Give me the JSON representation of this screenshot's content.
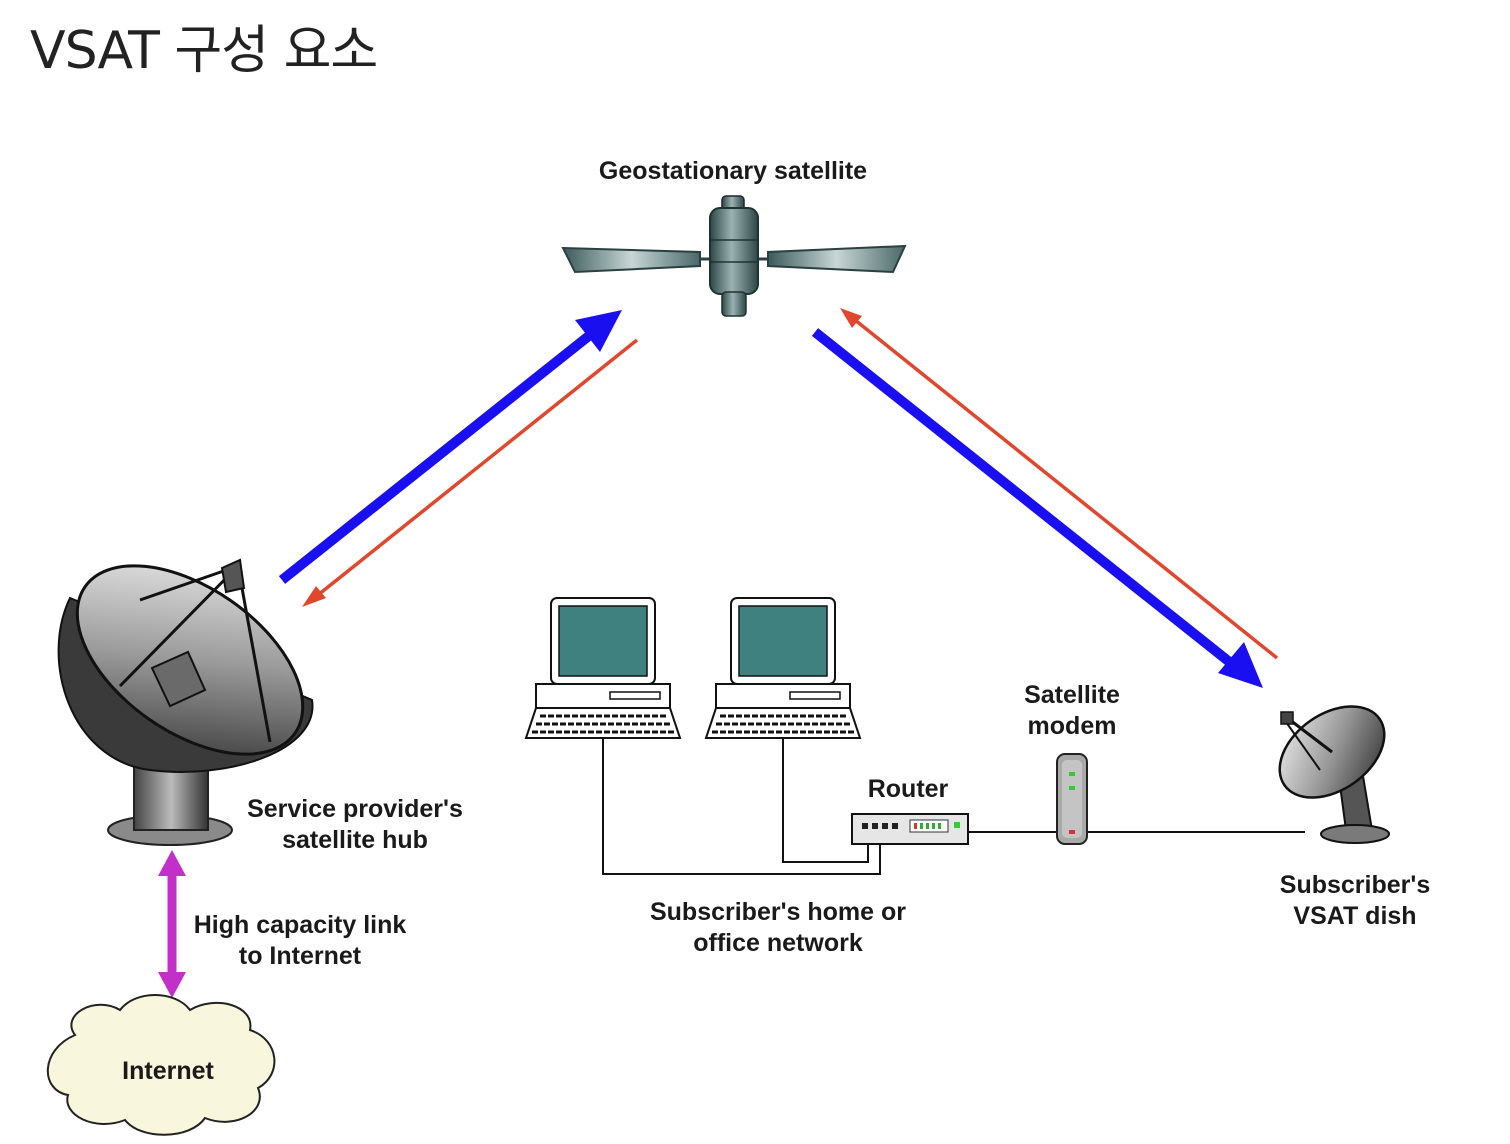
{
  "title": "VSAT 구성 요소",
  "labels": {
    "satellite": "Geostationary satellite",
    "hub_line1": "Service provider's",
    "hub_line2": "satellite hub",
    "link_line1": "High capacity link",
    "link_line2": "to Internet",
    "internet": "Internet",
    "network_line1": "Subscriber's home or",
    "network_line2": "office network",
    "router": "Router",
    "modem_line1": "Satellite",
    "modem_line2": "modem",
    "dish_line1": "Subscriber's",
    "dish_line2": "VSAT dish"
  },
  "colors": {
    "uplink": "#1a0ff0",
    "downlink": "#e0472c",
    "internet_link": "#c22fc9",
    "screen": "#3f817f"
  }
}
